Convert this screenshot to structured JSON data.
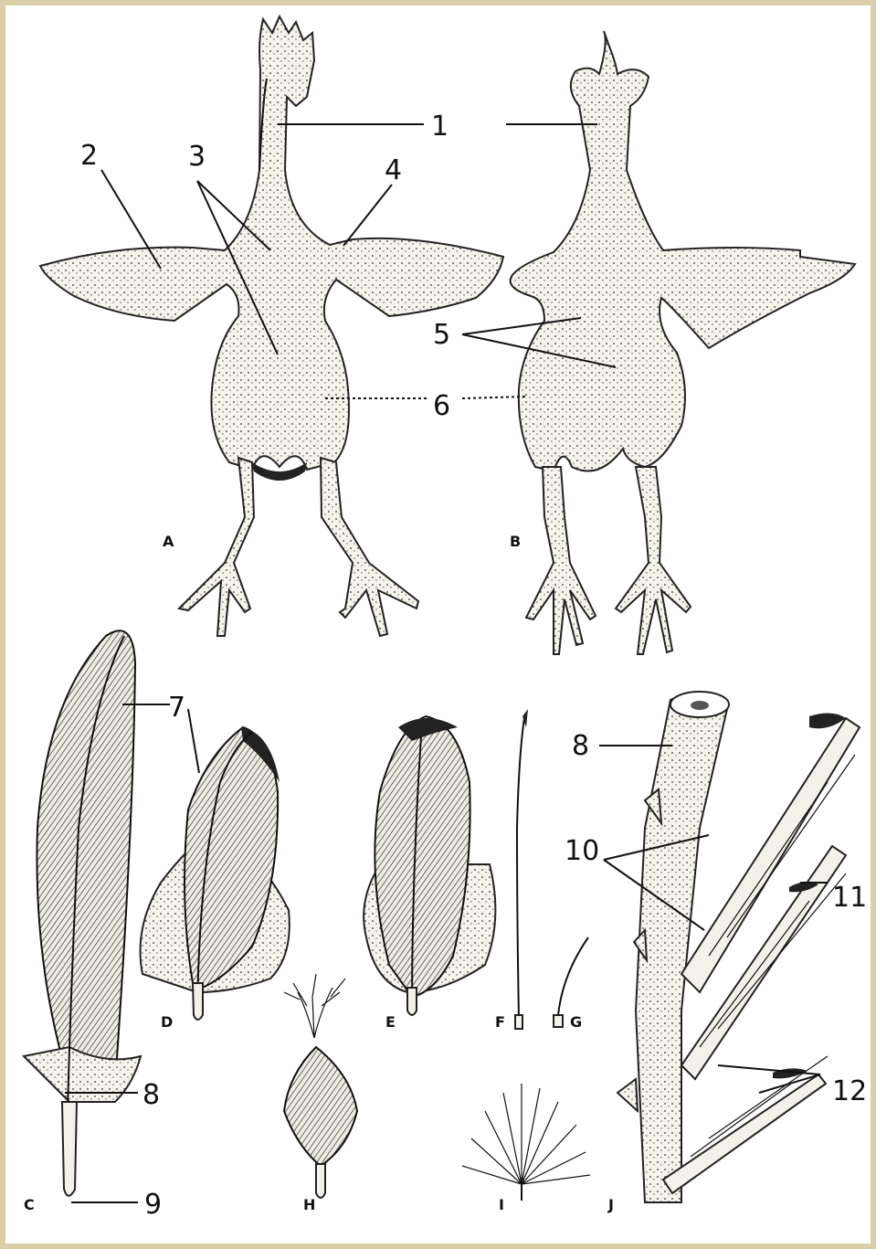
{
  "labels": {
    "n1": "1",
    "n2": "2",
    "n3": "3",
    "n4": "4",
    "n5": "5",
    "n6": "6",
    "n7": "7",
    "n8a": "8",
    "n8b": "8",
    "n9": "9",
    "n10": "10",
    "n11": "11",
    "n12": "12"
  },
  "panels": {
    "A": "A",
    "B": "B",
    "C": "C",
    "D": "D",
    "E": "E",
    "F": "F",
    "G": "G",
    "H": "H",
    "I": "I",
    "J": "J"
  }
}
